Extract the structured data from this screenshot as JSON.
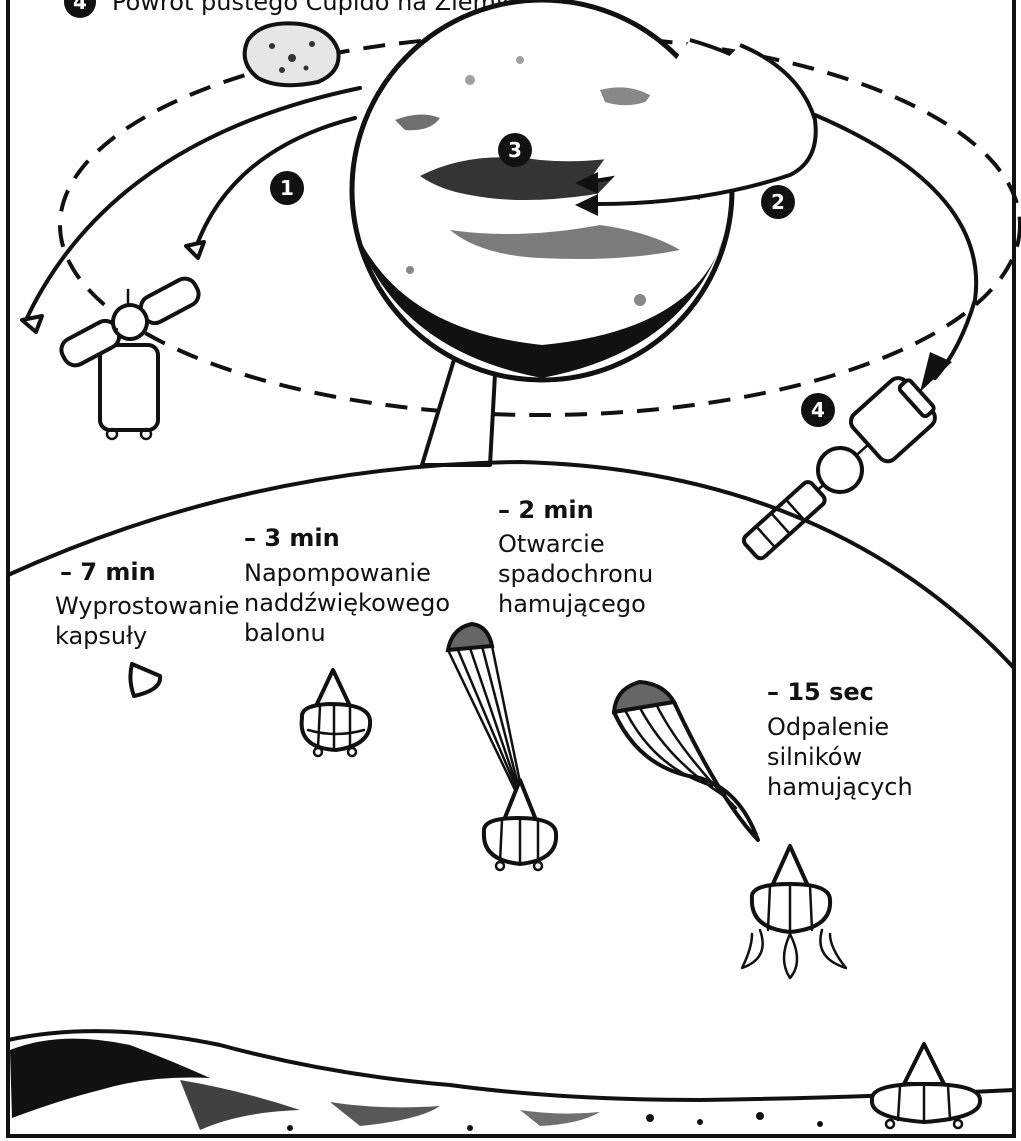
{
  "header": {
    "badge": "4",
    "title": "Powrót pustego Cupido na Ziemię"
  },
  "markers": {
    "m1": "1",
    "m2": "2",
    "m3": "3",
    "m4": "4"
  },
  "steps": [
    {
      "time": "– 7 min",
      "lines": [
        "Wyprostowanie",
        "kapsuły"
      ]
    },
    {
      "time": "– 3 min",
      "lines": [
        "Napompowanie",
        "naddźwiękowego",
        "balonu"
      ]
    },
    {
      "time": "– 2 min",
      "lines": [
        "Otwarcie",
        "spadochronu",
        "hamującego"
      ]
    },
    {
      "time": "– 15 sec",
      "lines": [
        "Odpalenie",
        "silników",
        "hamujących"
      ]
    }
  ]
}
